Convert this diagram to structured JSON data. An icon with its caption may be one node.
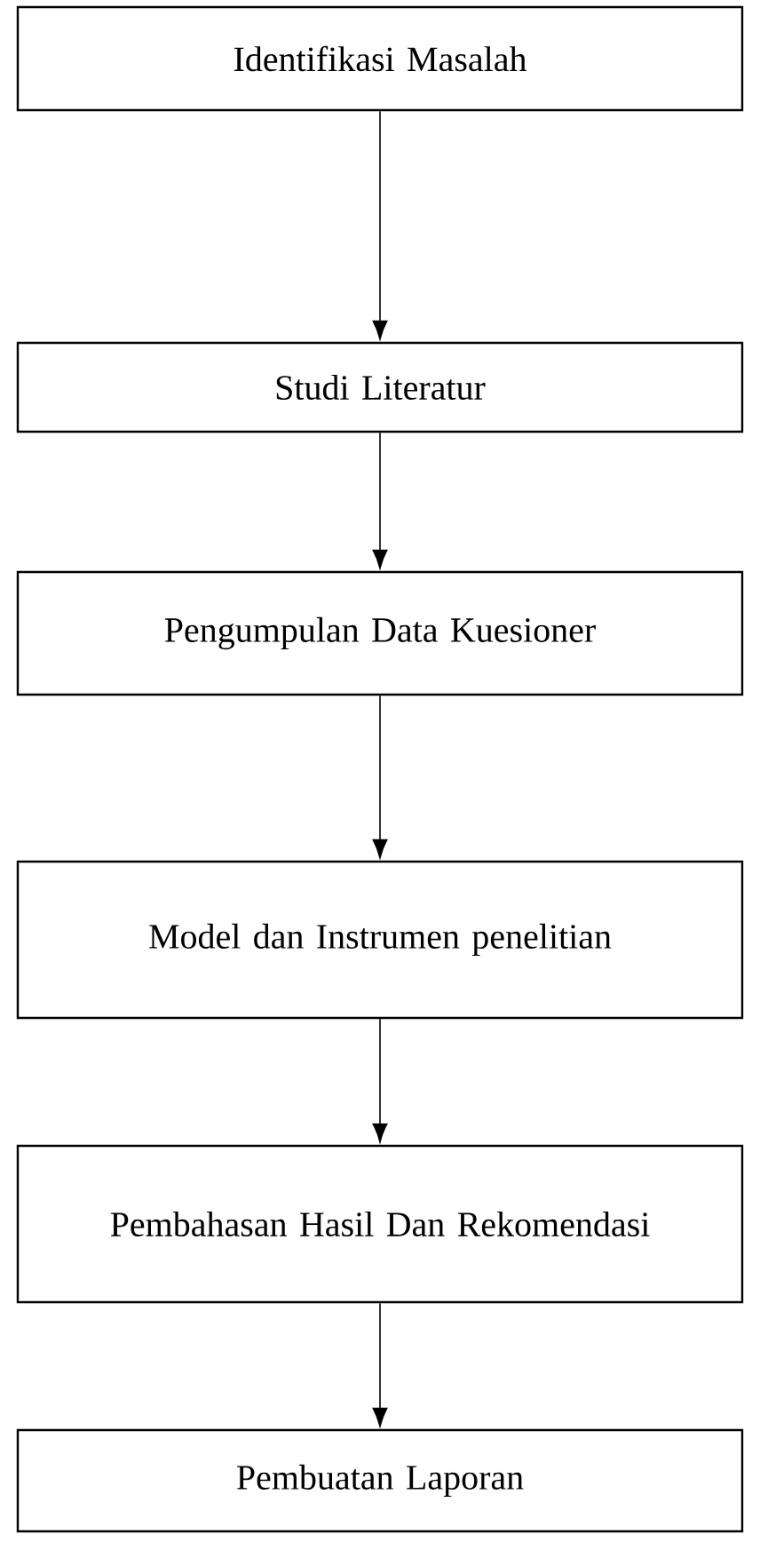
{
  "diagram": {
    "nodes": [
      {
        "text": [
          "Identifikasi Masalah"
        ]
      },
      {
        "text": [
          "Studi Literatur"
        ]
      },
      {
        "text": [
          "Pengumpulan Data Kuesioner"
        ]
      },
      {
        "text": [
          "Model dan Instrumen penelitian"
        ]
      },
      {
        "text": [
          "Pembahasan Hasil Dan Rekomendasi"
        ]
      },
      {
        "text": [
          "Pembuatan Laporan"
        ]
      }
    ],
    "edges": [
      {
        "from": 0,
        "to": 1,
        "arrow": "to"
      },
      {
        "from": 1,
        "to": 2,
        "arrow": "to"
      },
      {
        "from": 2,
        "to": 3,
        "arrow": "to"
      },
      {
        "from": 3,
        "to": 4,
        "arrow": "to"
      },
      {
        "from": 4,
        "to": 5,
        "arrow": "to"
      }
    ]
  }
}
